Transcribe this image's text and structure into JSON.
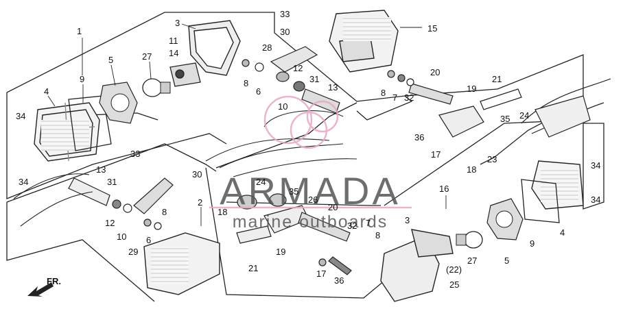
{
  "watermark": {
    "title": "ARMADA",
    "subtitle": "marine outboards",
    "color": "#555555",
    "accent": "#e8a7c6"
  },
  "front_label": "FR.",
  "callouts": [
    {
      "text": "1"
    },
    {
      "text": "2"
    },
    {
      "text": "3"
    },
    {
      "text": "3"
    },
    {
      "text": "4"
    },
    {
      "text": "4"
    },
    {
      "text": "5"
    },
    {
      "text": "5"
    },
    {
      "text": "6"
    },
    {
      "text": "6"
    },
    {
      "text": "7"
    },
    {
      "text": "7"
    },
    {
      "text": "8"
    },
    {
      "text": "8"
    },
    {
      "text": "8"
    },
    {
      "text": "8"
    },
    {
      "text": "9"
    },
    {
      "text": "9"
    },
    {
      "text": "10"
    },
    {
      "text": "10"
    },
    {
      "text": "11"
    },
    {
      "text": "12"
    },
    {
      "text": "12"
    },
    {
      "text": "13"
    },
    {
      "text": "13"
    },
    {
      "text": "14"
    },
    {
      "text": "15"
    },
    {
      "text": "16"
    },
    {
      "text": "17"
    },
    {
      "text": "17"
    },
    {
      "text": "18"
    },
    {
      "text": "18"
    },
    {
      "text": "19"
    },
    {
      "text": "19"
    },
    {
      "text": "20"
    },
    {
      "text": "20"
    },
    {
      "text": "21"
    },
    {
      "text": "21"
    },
    {
      "text": "(22)"
    },
    {
      "text": "23"
    },
    {
      "text": "24"
    },
    {
      "text": "24"
    },
    {
      "text": "25"
    },
    {
      "text": "26"
    },
    {
      "text": "27"
    },
    {
      "text": "27"
    },
    {
      "text": "28"
    },
    {
      "text": "29"
    },
    {
      "text": "30"
    },
    {
      "text": "30"
    },
    {
      "text": "31"
    },
    {
      "text": "31"
    },
    {
      "text": "32"
    },
    {
      "text": "32"
    },
    {
      "text": "33"
    },
    {
      "text": "33"
    },
    {
      "text": "34"
    },
    {
      "text": "34"
    },
    {
      "text": "34"
    },
    {
      "text": "34"
    },
    {
      "text": "35"
    },
    {
      "text": "35"
    },
    {
      "text": "36"
    },
    {
      "text": "36"
    }
  ]
}
